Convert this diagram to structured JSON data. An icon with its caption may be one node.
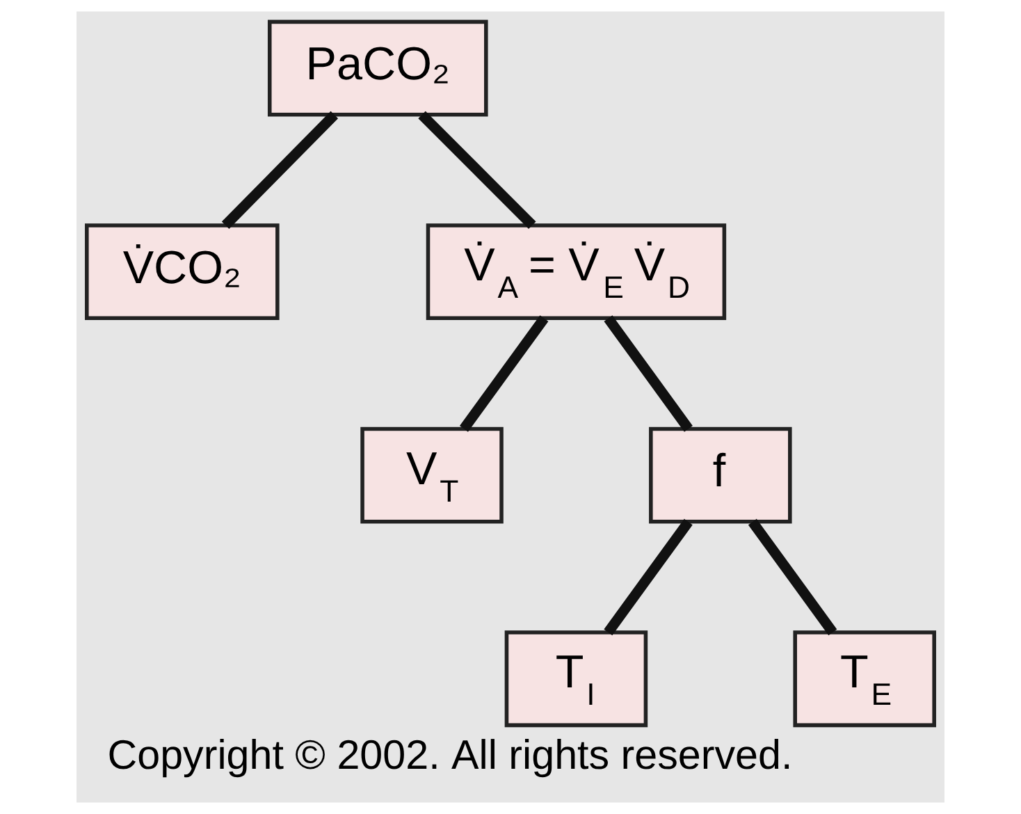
{
  "diagram": {
    "caption": "Copyright © 2002. All rights reserved.",
    "nodes": [
      {
        "text": [
          "PaCO₂"
        ]
      },
      {
        "text": [
          "V̇CO₂"
        ]
      },
      {
        "text": [
          "V̇$_{A}$ = V̇$_{E}$ V̇$_{D}$"
        ]
      },
      {
        "text": [
          "V$_{T}$"
        ]
      },
      {
        "text": [
          "f"
        ]
      },
      {
        "text": [
          "T$_{I}$"
        ]
      },
      {
        "text": [
          "T$_{E}$"
        ]
      }
    ],
    "edges": [
      {
        "from": 0,
        "to": 1,
        "arrow": "none"
      },
      {
        "from": 0,
        "to": 2,
        "arrow": "none"
      },
      {
        "from": 2,
        "to": 3,
        "arrow": "none"
      },
      {
        "from": 2,
        "to": 4,
        "arrow": "none"
      },
      {
        "from": 4,
        "to": 5,
        "arrow": "none"
      },
      {
        "from": 4,
        "to": 6,
        "arrow": "none"
      }
    ]
  }
}
